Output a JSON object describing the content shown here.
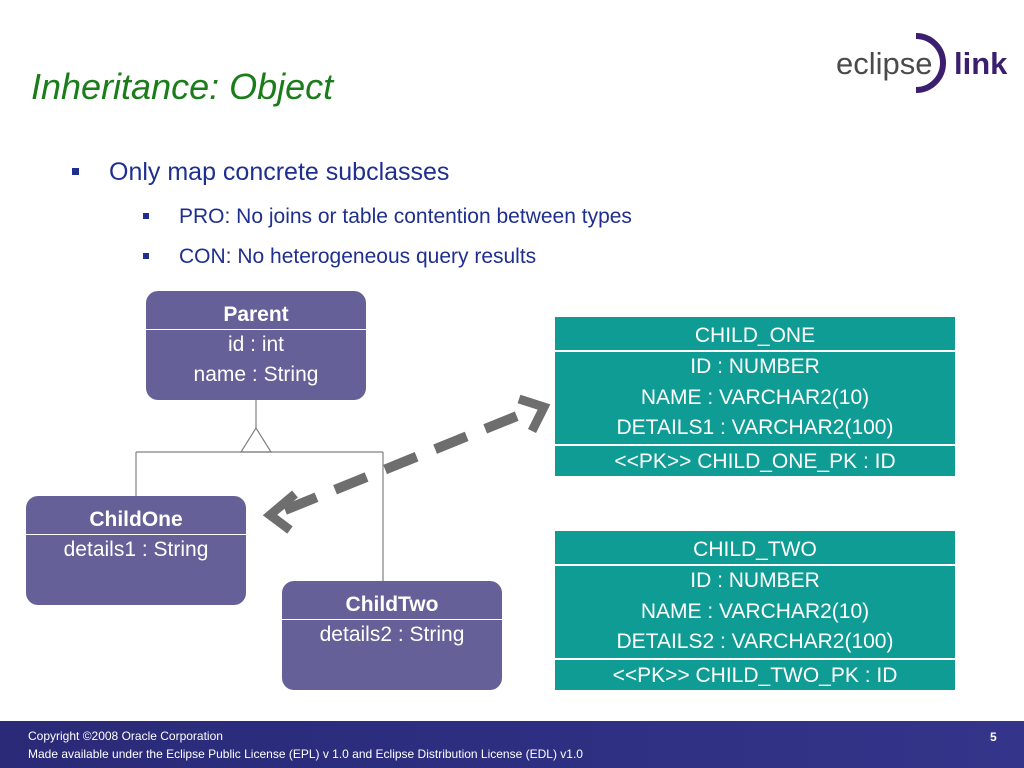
{
  "slide": {
    "title": "Inheritance: Object",
    "logo": {
      "left_text": "eclipse",
      "right_text": "link",
      "colors": {
        "gray": "#4a4a4a",
        "purple": "#3b1f6e"
      }
    },
    "bullets": [
      {
        "text": "Only map concrete subclasses",
        "level": 1
      },
      {
        "text": "PRO: No joins or table contention between types",
        "level": 2
      },
      {
        "text": "CON: No heterogeneous query results",
        "level": 2
      }
    ],
    "colors": {
      "title": "#1a7d1a",
      "bullet_text": "#1f2f8f",
      "uml_fill": "#656097",
      "table_fill": "#0e9c94",
      "footer": "#2f2f83",
      "arrow": "#6e6e6e"
    }
  },
  "diagram": {
    "classes": {
      "parent": {
        "name": "Parent",
        "attributes": [
          "id : int",
          "name : String"
        ]
      },
      "child_one": {
        "name": "ChildOne",
        "attributes": [
          "details1 : String"
        ]
      },
      "child_two": {
        "name": "ChildTwo",
        "attributes": [
          "details2 : String"
        ]
      }
    },
    "tables": {
      "child_one": {
        "name": "CHILD_ONE",
        "columns": [
          "ID : NUMBER",
          "NAME : VARCHAR2(10)",
          "DETAILS1 : VARCHAR2(100)"
        ],
        "pk": "<<PK>> CHILD_ONE_PK : ID"
      },
      "child_two": {
        "name": "CHILD_TWO",
        "columns": [
          "ID : NUMBER",
          "NAME : VARCHAR2(10)",
          "DETAILS2 : VARCHAR2(100)"
        ],
        "pk": "<<PK>> CHILD_TWO_PK : ID"
      }
    }
  },
  "footer": {
    "copyright": "Copyright ©2008 Oracle Corporation",
    "license": "Made available under the Eclipse Public License (EPL)  v 1.0 and Eclipse Distribution License (EDL) v1.0",
    "page_number": "5"
  }
}
